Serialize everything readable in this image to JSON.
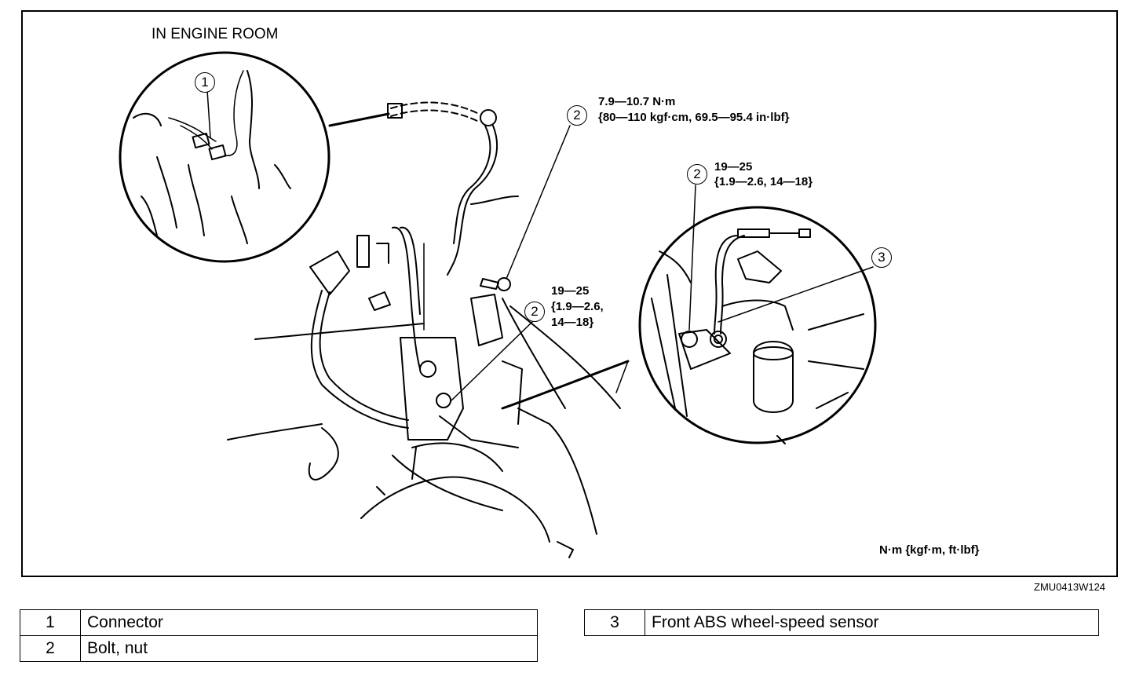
{
  "diagram": {
    "inset_title": "IN ENGINE ROOM",
    "callouts": {
      "c1": "1",
      "c2_top": "2",
      "c2_mid": "2",
      "c2_right": "2",
      "c3": "3"
    },
    "torques": {
      "top_line1": "7.9—10.7 N·m",
      "top_line2": "{80—110 kgf·cm, 69.5—95.4 in·lbf}",
      "right_line1": "19—25",
      "right_line2": "{1.9—2.6, 14—18}",
      "mid_line1": "19—25",
      "mid_line2": "{1.9—2.6,",
      "mid_line3": "14—18}"
    },
    "units_note": "N·m {kgf·m, ft·lbf}",
    "figure_code": "ZMU0413W124"
  },
  "legend": {
    "left": [
      {
        "num": "1",
        "label": "Connector"
      },
      {
        "num": "2",
        "label": "Bolt, nut"
      }
    ],
    "right": [
      {
        "num": "3",
        "label": "Front ABS wheel-speed sensor"
      }
    ]
  }
}
